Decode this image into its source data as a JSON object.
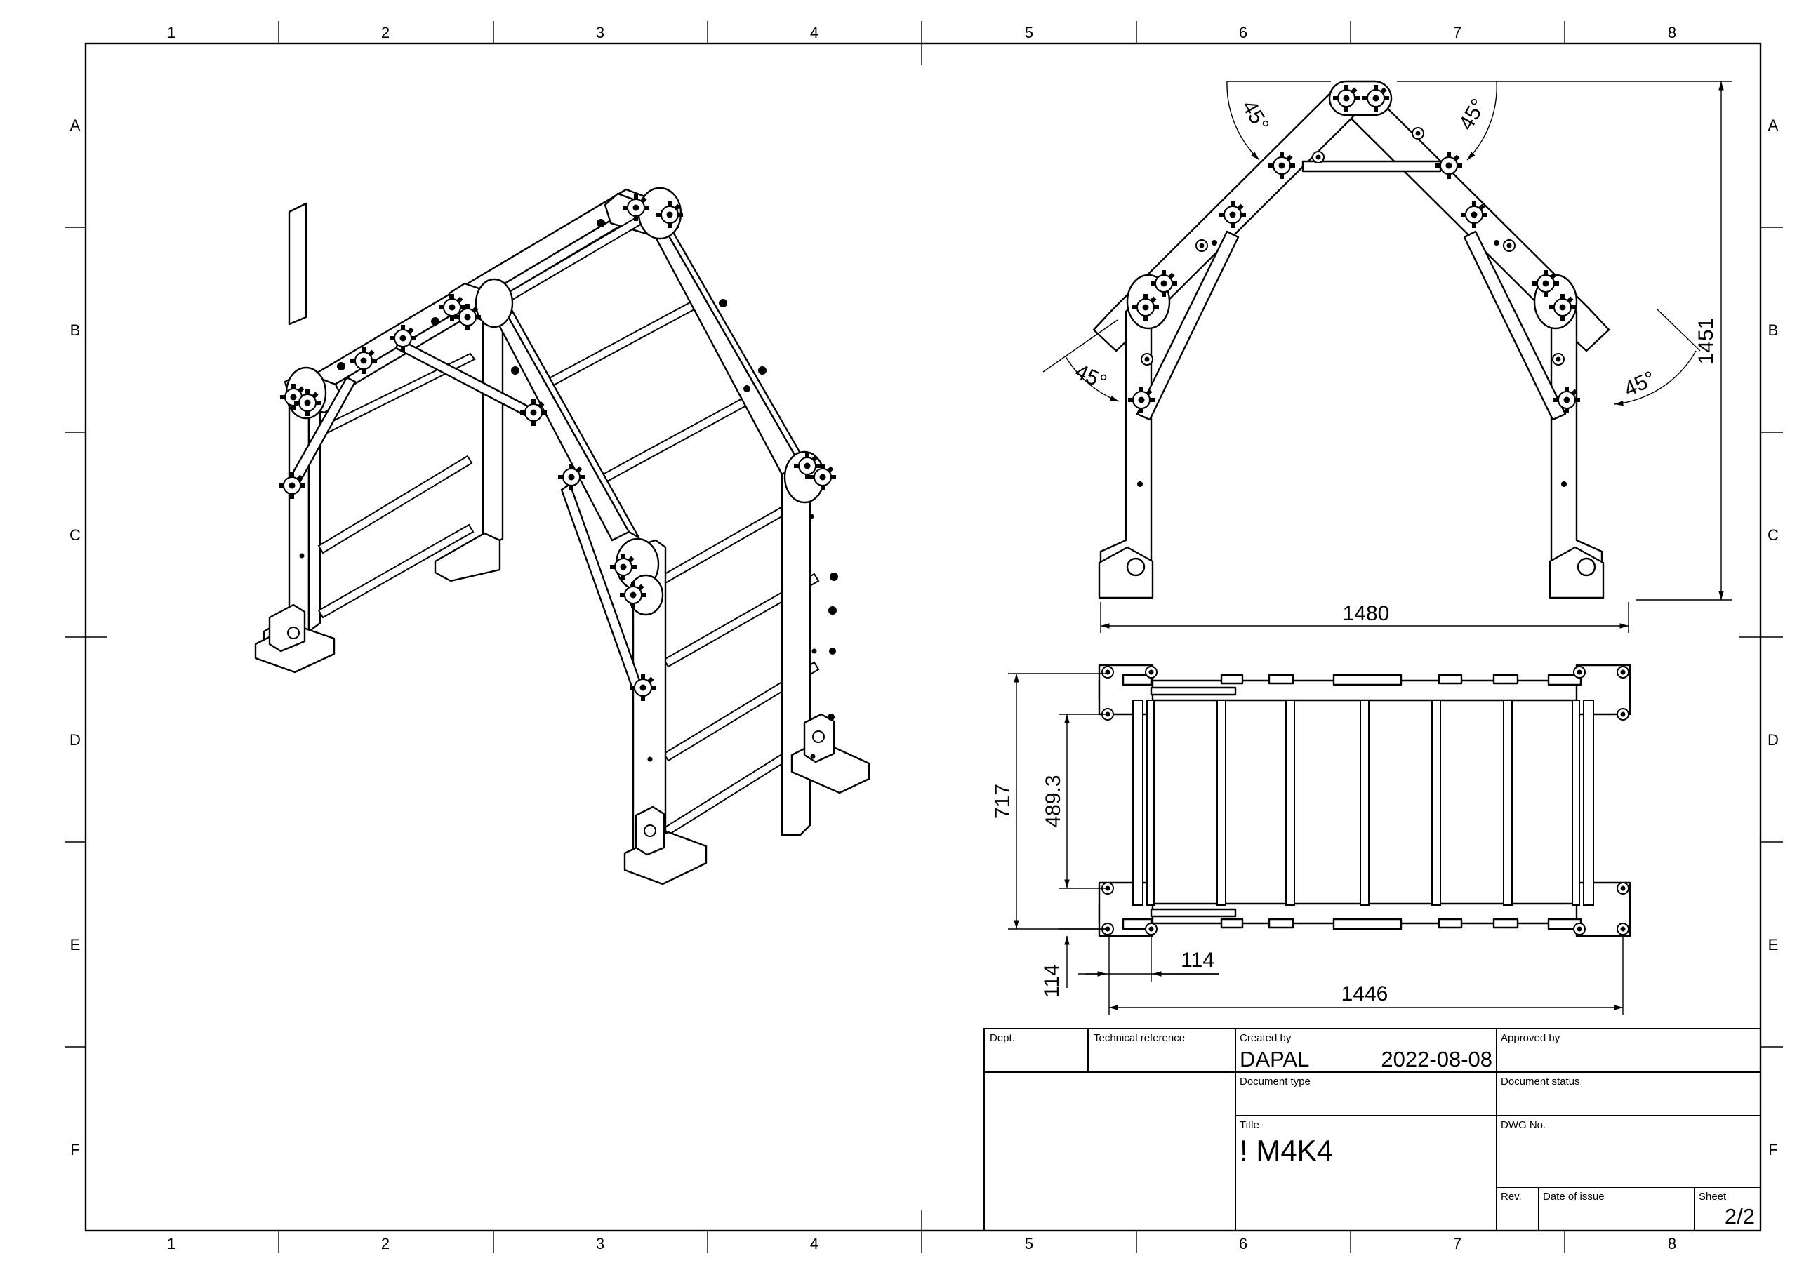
{
  "frame": {
    "columns": [
      "1",
      "2",
      "3",
      "4",
      "5",
      "6",
      "7",
      "8"
    ],
    "rows": [
      "A",
      "B",
      "C",
      "D",
      "E",
      "F"
    ]
  },
  "views": {
    "isometric": {
      "name": "isometric-view"
    },
    "front": {
      "dimensions": {
        "top_angle_left": "45°",
        "top_angle_right": "45°",
        "side_angle_left": "45°",
        "side_angle_right": "45°",
        "height": "1451",
        "width": "1480"
      }
    },
    "top": {
      "dimensions": {
        "outer_depth": "717",
        "inner_depth": "489.3",
        "foot_offset_v": "114",
        "foot_offset_h": "114",
        "overall_width": "1446"
      }
    }
  },
  "title_block": {
    "dept_label": "Dept.",
    "tech_ref_label": "Technical reference",
    "created_by_label": "Created by",
    "created_by": "DAPAL",
    "created_date": "2022-08-08",
    "approved_by_label": "Approved by",
    "doc_type_label": "Document type",
    "doc_status_label": "Document status",
    "title_label": "Title",
    "title": "! M4K4",
    "dwg_no_label": "DWG No.",
    "rev_label": "Rev.",
    "date_of_issue_label": "Date of issue",
    "sheet_label": "Sheet",
    "sheet": "2/2"
  }
}
